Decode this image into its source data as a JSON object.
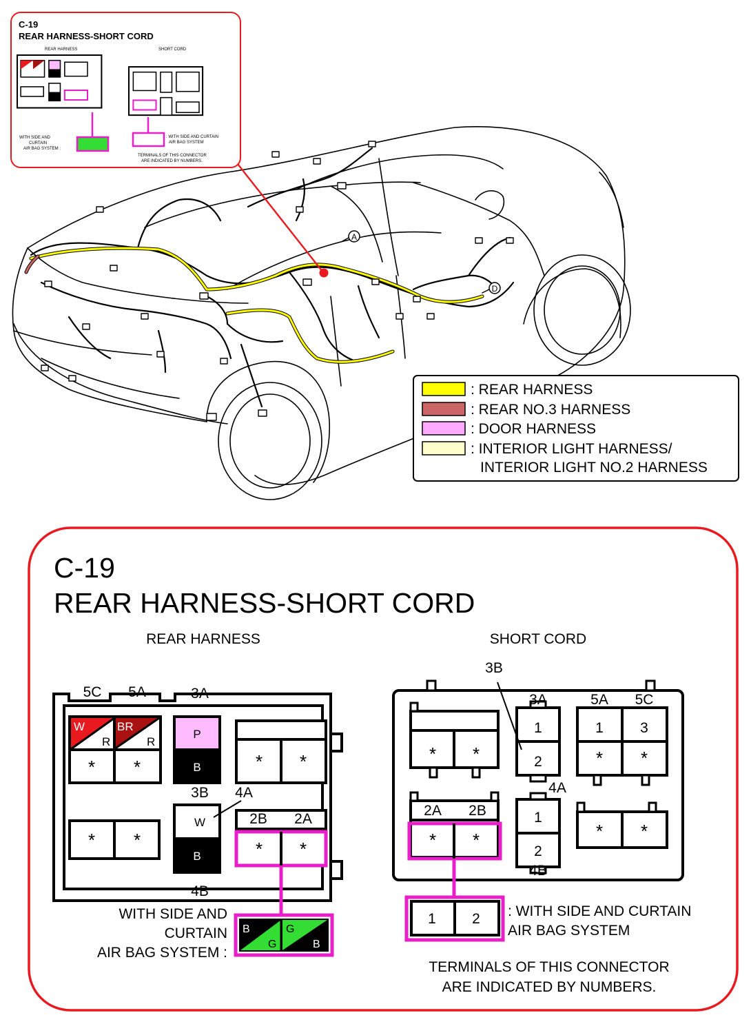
{
  "colors": {
    "frame_red": "#e8191f",
    "pink": "#e81ec8",
    "rear_harness": "#ffff00",
    "rear_no3": "#cc6666",
    "door": "#ffaaff",
    "interior": "#ffffcc",
    "green": "#33dd33",
    "red": "#e8191f",
    "dark_red": "#aa1111",
    "light_pink": "#ffbbff"
  },
  "inset": {
    "code": "C-19",
    "title": "REAR HARNESS-SHORT CORD",
    "left_label": "REAR HARNESS",
    "right_label": "SHORT CORD",
    "airbag_note_lines": [
      "WITH SIDE AND",
      "CURTAIN",
      "AIR BAG SYSTEM :"
    ],
    "airbag_note_right": [
      ": WITH SIDE AND CURTAIN",
      "AIR BAG SYSTEM"
    ],
    "terminals_note": [
      "TERMINALS OF THIS CONNECTOR",
      "ARE INDICATED BY NUMBERS."
    ]
  },
  "markers": {
    "a": "A",
    "d": "D"
  },
  "legend": [
    {
      "label": ": REAR HARNESS",
      "color": "#ffff00"
    },
    {
      "label": ": REAR NO.3 HARNESS",
      "color": "#cc6666"
    },
    {
      "label": ": DOOR HARNESS",
      "color": "#ffaaff"
    },
    {
      "label": ": INTERIOR LIGHT HARNESS/",
      "color": "#ffffcc"
    },
    {
      "label": "INTERIOR LIGHT NO.2 HARNESS",
      "color": ""
    }
  ],
  "detail": {
    "code": "C-19",
    "title": "REAR HARNESS-SHORT CORD",
    "rear_harness": {
      "heading": "REAR HARNESS",
      "labels": {
        "c5c": "5C",
        "c5a": "5A",
        "c3a": "3A",
        "c3b": "3B",
        "c4a": "4A",
        "c2b": "2B",
        "c2a": "2A",
        "c4b": "4B"
      },
      "wires": {
        "w": "W",
        "br": "BR",
        "r": "R",
        "p": "P",
        "b": "B",
        "star": "*"
      },
      "airbag_note": [
        "WITH SIDE AND",
        "CURTAIN",
        "AIR BAG SYSTEM :"
      ],
      "airbag_wires": {
        "b": "B",
        "g": "G"
      }
    },
    "short_cord": {
      "heading": "SHORT CORD",
      "labels": {
        "c3b": "3B",
        "c3a": "3A",
        "c5a": "5A",
        "c5c": "5C",
        "c4a": "4A",
        "c4b": "4B",
        "c2a": "2A",
        "c2b": "2B"
      },
      "terminals": {
        "t1": "1",
        "t2": "2",
        "t3": "3",
        "star": "*"
      },
      "airbag_note": [
        ": WITH SIDE AND CURTAIN",
        "AIR BAG SYSTEM"
      ],
      "terminals_note": [
        "TERMINALS OF THIS CONNECTOR",
        "ARE INDICATED BY NUMBERS."
      ]
    }
  }
}
